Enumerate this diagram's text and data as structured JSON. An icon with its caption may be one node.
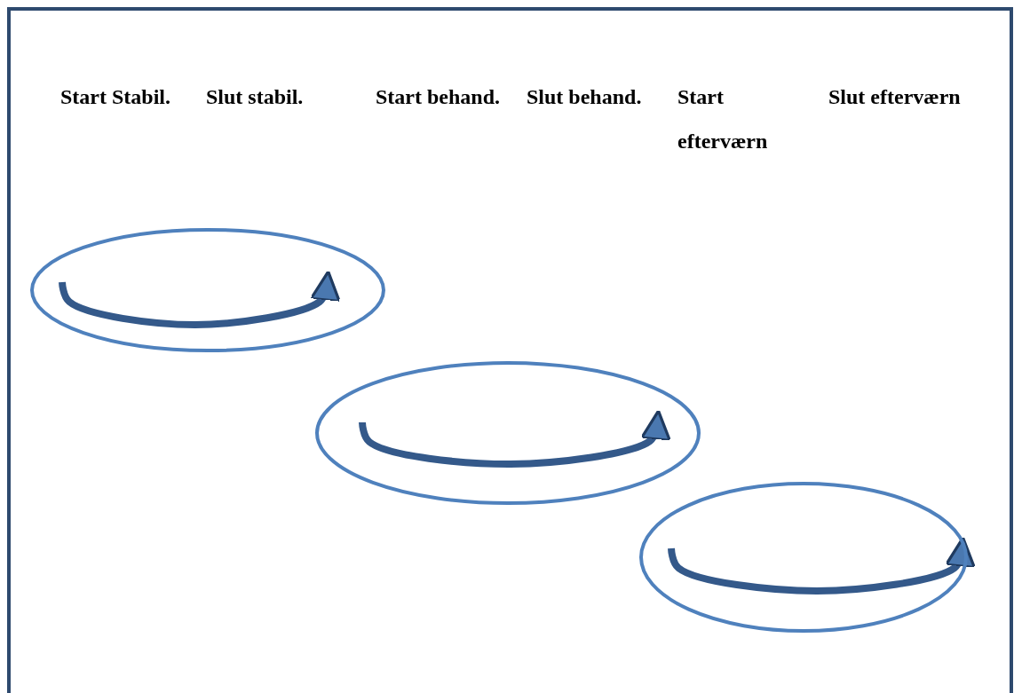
{
  "diagram": {
    "nodes": [
      {
        "text": [],
        "shape": "circle"
      },
      {
        "text": [],
        "shape": "circle"
      },
      {
        "text": [],
        "shape": "circle"
      }
    ],
    "edges": [],
    "labels": [
      "Start Stabil.",
      "Slut stabil.",
      "Start behand.",
      "Slut behand.",
      "Start efterværn",
      "Slut efterværn"
    ]
  }
}
